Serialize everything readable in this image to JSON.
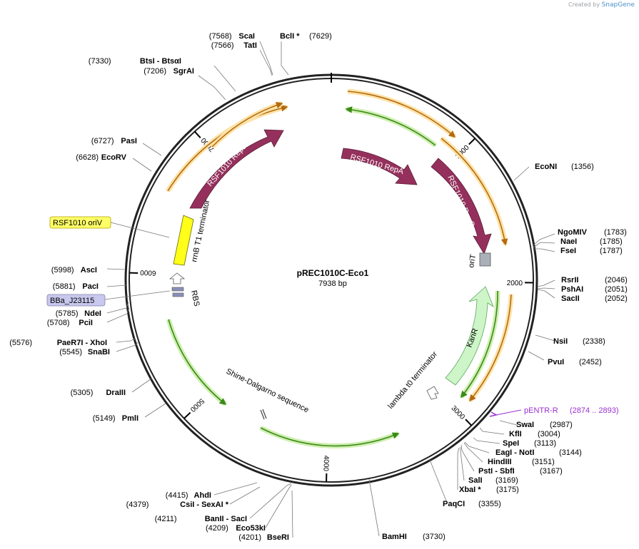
{
  "credit_prefix": "Created by",
  "credit_brand": "SnapGene",
  "plasmid": {
    "name": "pREC1010C-Eco1",
    "length_label": "7938 bp",
    "length": 7938
  },
  "ticks": [
    {
      "pos": 1000,
      "label": "1000"
    },
    {
      "pos": 2000,
      "label": "2000"
    },
    {
      "pos": 3000,
      "label": "3000"
    },
    {
      "pos": 4000,
      "label": "4000"
    },
    {
      "pos": 5000,
      "label": "5000"
    },
    {
      "pos": 6000,
      "label": "6000"
    },
    {
      "pos": 7000,
      "label": "7000"
    }
  ],
  "features": [
    {
      "name": "RSF1010 RepB",
      "type": "cds"
    },
    {
      "name": "RSF1010 RepA",
      "type": "cds"
    },
    {
      "name": "RSF1010 RepC",
      "type": "cds"
    },
    {
      "name": "KanR",
      "type": "marker"
    },
    {
      "name": "RSF1010 oriV",
      "type": "origin"
    },
    {
      "name": "BBa_J23115",
      "type": "promoter"
    },
    {
      "name": "oriT",
      "type": "misc"
    },
    {
      "name": "rrnB T1 terminator",
      "type": "terminator"
    },
    {
      "name": "RBS",
      "type": "rbs"
    },
    {
      "name": "Shine-Dalgarno sequence",
      "type": "misc"
    },
    {
      "name": "lambda t0 terminator",
      "type": "terminator"
    },
    {
      "name": "pENTR-R",
      "type": "primer",
      "range": "(2874 .. 2893)"
    }
  ],
  "sites_right": [
    {
      "name": "BclI *",
      "pos": "(7629)"
    },
    {
      "name": "EcoNI",
      "pos": "(1356)"
    },
    {
      "name": "NgoMIV",
      "pos": "(1783)"
    },
    {
      "name": "NaeI",
      "pos": "(1785)"
    },
    {
      "name": "FseI",
      "pos": "(1787)"
    },
    {
      "name": "RsrII",
      "pos": "(2046)"
    },
    {
      "name": "PshAI",
      "pos": "(2051)"
    },
    {
      "name": "SacII",
      "pos": "(2052)"
    },
    {
      "name": "NsiI",
      "pos": "(2338)"
    },
    {
      "name": "PvuI",
      "pos": "(2452)"
    },
    {
      "name": "SwaI",
      "pos": "(2987)"
    },
    {
      "name": "KflI",
      "pos": "(3004)"
    },
    {
      "name": "SpeI",
      "pos": "(3113)"
    },
    {
      "name": "EagI  -  NotI",
      "pos": "(3144)"
    },
    {
      "name": "HindIII",
      "pos": "(3151)"
    },
    {
      "name": "PstI  -  SbfI",
      "pos": "(3167)"
    },
    {
      "name": "SalI",
      "pos": "(3169)"
    },
    {
      "name": "XbaI *",
      "pos": "(3175)"
    },
    {
      "name": "PaqCI",
      "pos": "(3355)"
    },
    {
      "name": "BamHI",
      "pos": "(3730)"
    }
  ],
  "sites_left": [
    {
      "name": "ScaI",
      "pos": "(7568)"
    },
    {
      "name": "TatI",
      "pos": "(7566)"
    },
    {
      "name": "BtsI  -  BtsαI",
      "pos": "(7330)"
    },
    {
      "name": "SgrAI",
      "pos": "(7206)"
    },
    {
      "name": "PasI",
      "pos": "(6727)"
    },
    {
      "name": "EcoRV",
      "pos": "(6628)"
    },
    {
      "name": "AscI",
      "pos": "(5998)"
    },
    {
      "name": "PacI",
      "pos": "(5881)"
    },
    {
      "name": "NdeI",
      "pos": "(5785)"
    },
    {
      "name": "PciI",
      "pos": "(5708)"
    },
    {
      "name": "PaeR7I  -  XhoI",
      "pos": "(5576)"
    },
    {
      "name": "SnaBI",
      "pos": "(5545)"
    },
    {
      "name": "DraIII",
      "pos": "(5305)"
    },
    {
      "name": "PmlI",
      "pos": "(5149)"
    },
    {
      "name": "AhdI",
      "pos": "(4415)"
    },
    {
      "name": "CsiI  -  SexAI *",
      "pos": "(4379)"
    },
    {
      "name": "BanII  -  SacI",
      "pos": "(4211)"
    },
    {
      "name": "Eco53kI",
      "pos": "(4209)"
    },
    {
      "name": "BseRI",
      "pos": "(4201)"
    }
  ],
  "colors": {
    "cds": "#95305c",
    "marker": "#cdf5c8",
    "origin": "#ffff1a",
    "promoter": "#c4c4ea",
    "primer": "#9b30d0",
    "orange_line": "#b46a10",
    "orange_glow": "#fde3a8",
    "green_line": "#3a8a1a",
    "green_glow": "#cfefb0",
    "backbone": "#222222"
  }
}
